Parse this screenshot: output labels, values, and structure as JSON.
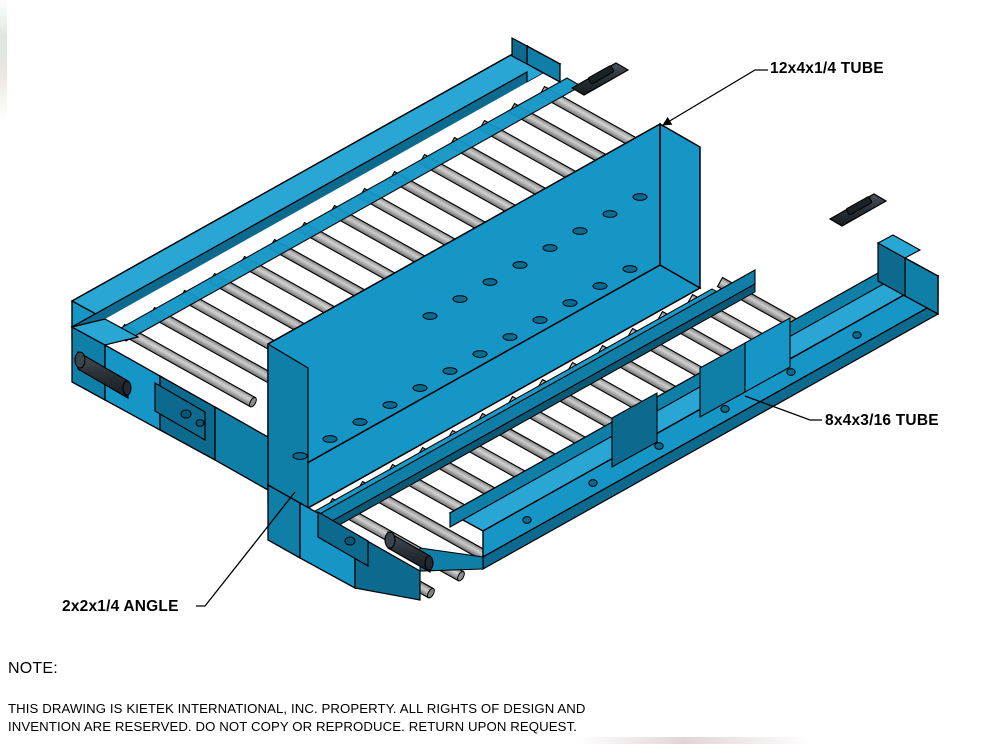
{
  "document": {
    "type": "engineering-drawing",
    "view": "isometric",
    "subject": "roller conveyor deck assembly",
    "background_color": "#ffffff"
  },
  "colors": {
    "steel_blue_top": "#1596C6",
    "steel_blue_light": "#29A6D4",
    "steel_blue_side": "#0F7FA8",
    "steel_blue_dark": "#0B6A8E",
    "steel_blue_darker": "#085976",
    "roller_gray_light": "#C9C9C9",
    "roller_gray_mid": "#9A9A9A",
    "roller_gray_dark": "#6E6E6E",
    "hardware_dark": "#2B3339",
    "outline": "#000000",
    "text": "#000000"
  },
  "callouts": [
    {
      "id": "callout-12x4",
      "label": "12x4x1/4 TUBE",
      "leader_has_arrow": true,
      "target": "center-cross-tube"
    },
    {
      "id": "callout-8x4",
      "label": "8x4x3/16 TUBE",
      "leader_has_arrow": false,
      "target": "right-side-rail"
    },
    {
      "id": "callout-angle",
      "label": "2x2x1/4 ANGLE",
      "leader_has_arrow": false,
      "target": "lower-left-frame-corner"
    }
  ],
  "note": {
    "title": "NOTE:",
    "lines": [
      "THIS DRAWING IS KIETEK INTERNATIONAL, INC. PROPERTY. ALL RIGHTS OF DESIGN AND",
      "INVENTION ARE RESERVED. DO NOT COPY OR REPRODUCE. RETURN UPON REQUEST."
    ]
  },
  "assembly": {
    "roller_count_upper_bay": 14,
    "roller_count_lower_bay": 14,
    "cross_tube_count": 1,
    "side_rail_count": 2,
    "bolt_holes_per_cross_tube": 12
  }
}
